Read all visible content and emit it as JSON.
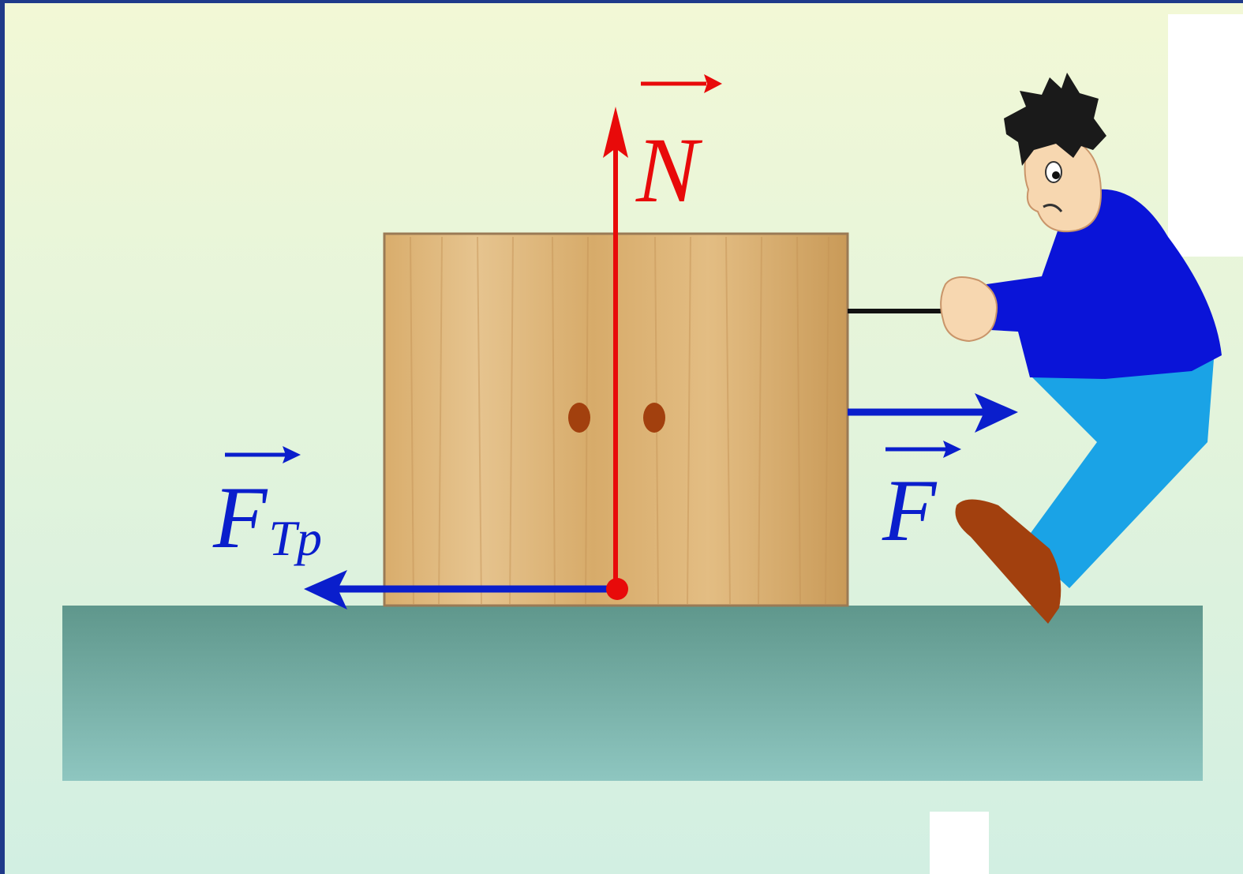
{
  "labels": {
    "normal_force": "N",
    "applied_force": "F",
    "friction_force_main": "F",
    "friction_force_sub": "Tp"
  },
  "colors": {
    "background_top": "#f2f8d6",
    "background_bottom": "#d2efe2",
    "frame": "#1f3a8a",
    "ground_top": "#5f978c",
    "ground_bottom": "#8ec6c0",
    "cabinet": "#dcb377",
    "cabinet_edge": "#9a7a55",
    "normal_force": "#e80a0a",
    "horizontal_forces": "#0a1ecc",
    "shirt": "#0a14d8",
    "pants": "#1aa3e6",
    "shoe": "#a2400e",
    "skin": "#f7d7b0",
    "hair": "#1a1a1a"
  },
  "icons": {
    "cabinet": "wooden-cabinet-icon",
    "person": "person-pulling-icon",
    "vector_arrow": "vector-arrow-icon"
  }
}
